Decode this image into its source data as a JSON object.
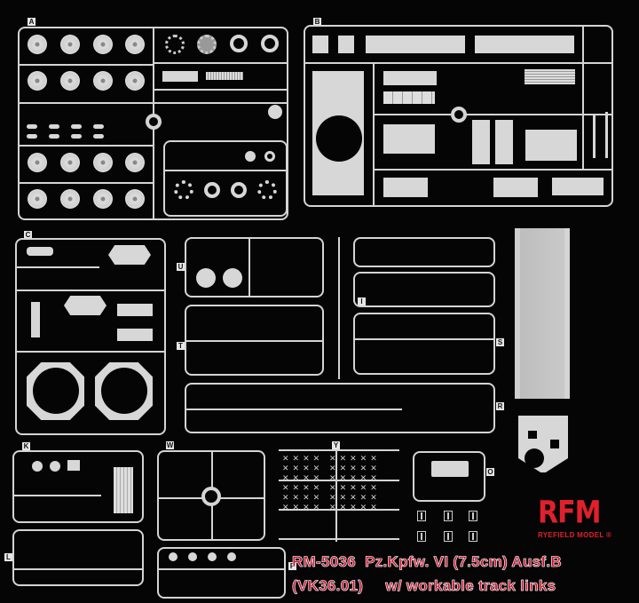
{
  "sprues": [
    {
      "id": "A",
      "label": "A"
    },
    {
      "id": "B",
      "label": "B"
    },
    {
      "id": "C",
      "label": "C"
    },
    {
      "id": "U",
      "label": "U"
    },
    {
      "id": "T",
      "label": "T"
    },
    {
      "id": "I",
      "label": "I"
    },
    {
      "id": "S",
      "label": "S"
    },
    {
      "id": "R",
      "label": "R"
    },
    {
      "id": "K",
      "label": "K"
    },
    {
      "id": "L",
      "label": "L"
    },
    {
      "id": "W",
      "label": "W"
    },
    {
      "id": "P",
      "label": "P"
    },
    {
      "id": "Y",
      "label": "Y"
    },
    {
      "id": "O",
      "label": "O"
    }
  ],
  "brand": {
    "logo": "RFM",
    "name": "RYEFIELD MODEL ®"
  },
  "title": {
    "line1": "RM-5036  Pz.Kpfw. VI (7.5cm) Ausf.B",
    "line2": "(VK36.01)     w/ workable track links"
  },
  "colors": {
    "background": "#050505",
    "plastic": "#d4d4d4",
    "brand_red": "#e0202c",
    "title_red": "#c7102a"
  }
}
